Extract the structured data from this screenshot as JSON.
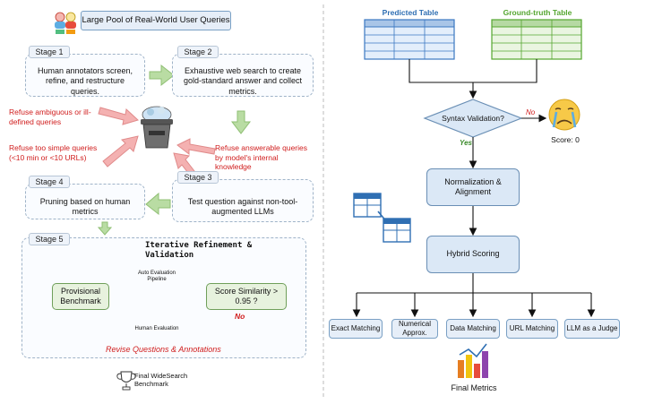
{
  "left": {
    "pool_label": "Large Pool of Real-World User Queries",
    "stage1": {
      "title": "Stage 1",
      "text": "Human annotators screen, refine, and restructure queries."
    },
    "stage2": {
      "title": "Stage 2",
      "text": "Exhaustive web search to create gold-standard answer and collect metrics."
    },
    "stage3": {
      "title": "Stage 3",
      "text": "Test question against non-tool-augmented LLMs"
    },
    "stage4": {
      "title": "Stage 4",
      "text": "Pruning based on human metrics"
    },
    "stage5": {
      "title": "Stage 5"
    },
    "refuse_ambiguous": "Refuse ambiguous or ill-defined queries",
    "refuse_simple": "Refuse too simple queries (<10 min or <10 URLs)",
    "refuse_answerable": "Refuse answerable queries by model's internal knowledge",
    "iterative_title": "Iterative Refinement & Validation",
    "provisional": "Provisional Benchmark",
    "auto_eval": "Auto Evaluation Pipeline",
    "human_eval": "Human Evaluation",
    "score_similarity": "Score Similarity > 0.95 ?",
    "no_label": "No",
    "revise": "Revise Questions & Annotations",
    "final_benchmark": "Final WideSearch Benchmark"
  },
  "right": {
    "predicted_table": "Predicted Table",
    "ground_truth_table": "Ground-truth Table",
    "syntax_validation": "Syntax Validation?",
    "no_label": "No",
    "yes_label": "Yes",
    "score": "Score: 0",
    "normalization": "Normalization & Alignment",
    "hybrid_scoring": "Hybrid Scoring",
    "metrics": [
      "Exact Matching",
      "Numerical Approx.",
      "Data Matching",
      "URL Matching",
      "LLM as a Judge"
    ],
    "final_metrics": "Final Metrics"
  },
  "colors": {
    "accent_blue": "#2f6fb3",
    "ground_truth_green": "#55a630",
    "refuse_red": "#d01d1d",
    "arrow_pink": "#f2a7a7",
    "arrow_green": "#b9dca3"
  },
  "icons": [
    "people-icon",
    "trash-bin-icon",
    "robot-icon",
    "clipboard-icon",
    "trophy-icon",
    "crying-face-icon",
    "table-merge-icon",
    "bar-chart-icon"
  ]
}
